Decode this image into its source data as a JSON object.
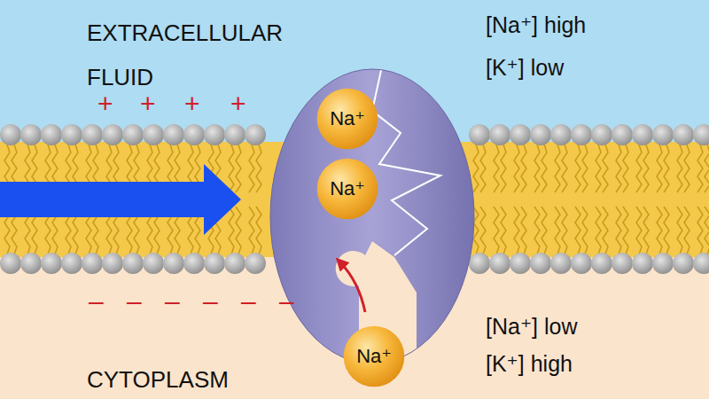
{
  "diagram": {
    "nodes": [
      {
        "text": [
          "Na⁺"
        ]
      },
      {
        "text": [
          "Na⁺"
        ]
      },
      {
        "text": [
          "Na⁺"
        ]
      }
    ],
    "labels": [
      "EXTRACELLULAR FLUID",
      "[Na⁺] high",
      "[K⁺] low",
      "[Na⁺] low",
      "[K⁺] high",
      "CYTOPLASM",
      "+",
      "+",
      "+",
      "+",
      "–",
      "–",
      "–",
      "–",
      "–",
      "–"
    ]
  }
}
